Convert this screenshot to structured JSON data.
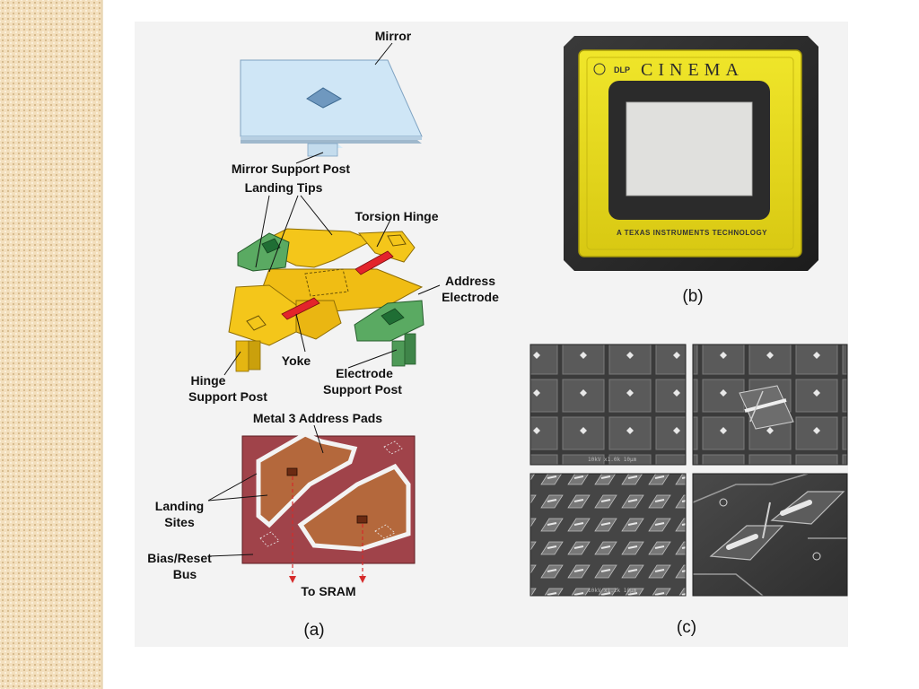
{
  "diagram": {
    "labels": {
      "mirror": "Mirror",
      "mirror_support_post": "Mirror Support Post",
      "landing_tips": "Landing Tips",
      "torsion_hinge": "Torsion Hinge",
      "address_electrode_line1": "Address",
      "address_electrode_line2": "Electrode",
      "yoke": "Yoke",
      "hinge_support_post_line1": "Hinge",
      "hinge_support_post_line2": "Support Post",
      "electrode_support_post_line1": "Electrode",
      "electrode_support_post_line2": "Support Post",
      "metal3_address_pads": "Metal 3 Address Pads",
      "landing_sites_line1": "Landing",
      "landing_sites_line2": "Sites",
      "bias_reset_bus_line1": "Bias/Reset",
      "bias_reset_bus_line2": "Bus",
      "to_sram": "To SRAM"
    },
    "chip": {
      "logo": "DLP",
      "brand": "CINEMA",
      "footer": "A TEXAS INSTRUMENTS TECHNOLOGY"
    },
    "captions": {
      "a": "(a)",
      "b": "(b)",
      "c": "(c)"
    }
  },
  "colors": {
    "mirror": "#cfe6f6",
    "yellow": "#f4c61a",
    "green": "#5aaa62",
    "hinge_red": "#e3242b",
    "bus_red": "#a0434a",
    "pad_brown": "#b4683c",
    "chip_yellow": "#e8dc18",
    "chip_dark": "#2b2b2b"
  }
}
